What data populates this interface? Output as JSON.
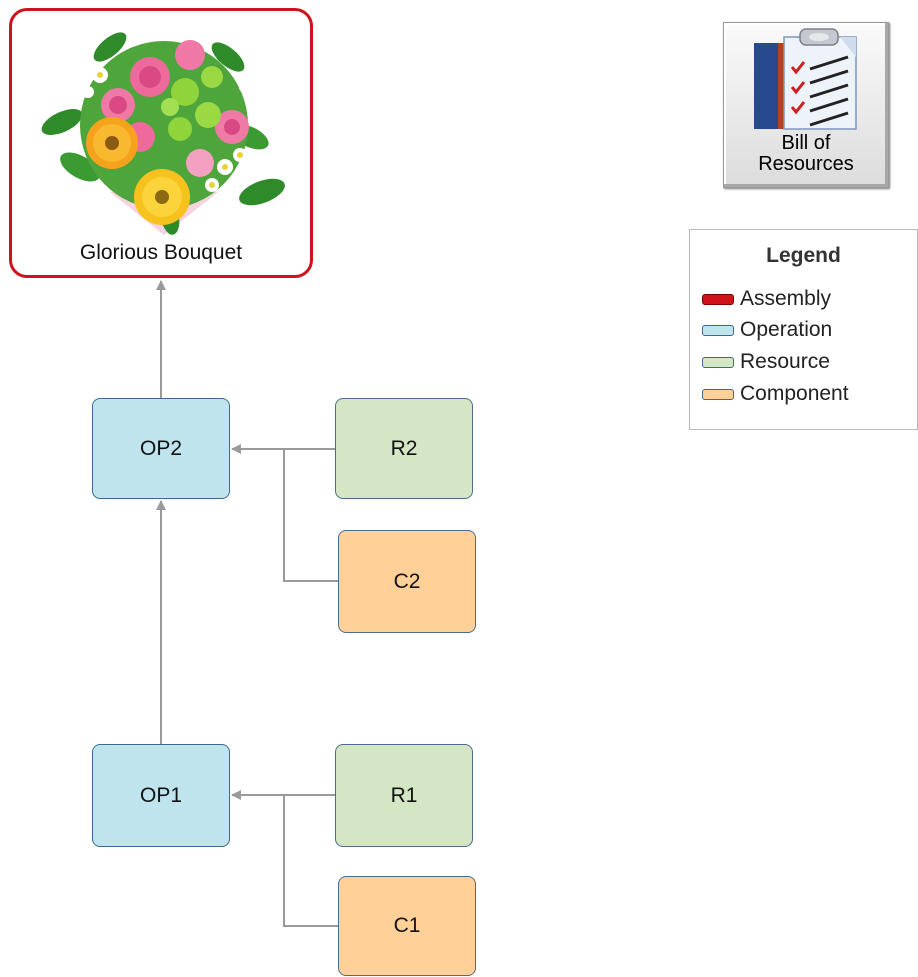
{
  "assembly": {
    "label": "Glorious Bouquet",
    "color": "#d0131a"
  },
  "toolbar": {
    "bill_of_resources": {
      "line1": "Bill of",
      "line2": "Resources"
    }
  },
  "legend": {
    "title": "Legend",
    "items": [
      {
        "label": "Assembly",
        "fill": "#d0131a",
        "border": "#7a0000"
      },
      {
        "label": "Operation",
        "fill": "#bfe4ee",
        "border": "#3b6a8e"
      },
      {
        "label": "Resource",
        "fill": "#d4e6c4",
        "border": "#3b6a8e"
      },
      {
        "label": "Component",
        "fill": "#ffd198",
        "border": "#3b6a8e"
      }
    ]
  },
  "nodes": {
    "op2": "OP2",
    "r2": "R2",
    "c2": "C2",
    "op1": "OP1",
    "r1": "R1",
    "c1": "C1"
  },
  "colors": {
    "connector": "#9a9a9a",
    "operation": "#bfe4ee",
    "resource": "#d4e6c4",
    "component": "#ffd198"
  }
}
